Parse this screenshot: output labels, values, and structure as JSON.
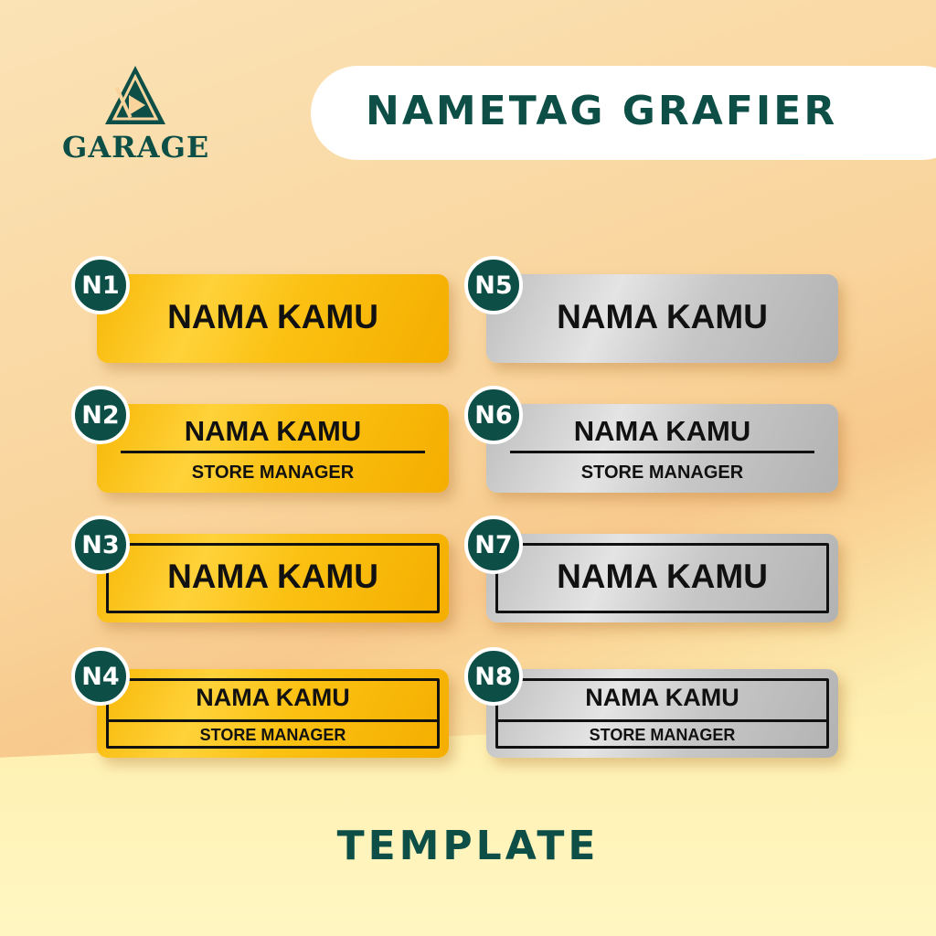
{
  "brand": {
    "name": "GARAGE",
    "color": "#0d4f47"
  },
  "header": {
    "title": "NAMETAG GRAFIER"
  },
  "tags": [
    {
      "id": "N1",
      "name": "NAMA KAMU",
      "finish": "gold"
    },
    {
      "id": "N2",
      "name": "NAMA KAMU",
      "role": "STORE MANAGER",
      "finish": "gold"
    },
    {
      "id": "N3",
      "name": "NAMA KAMU",
      "finish": "gold"
    },
    {
      "id": "N4",
      "name": "NAMA KAMU",
      "role": "STORE MANAGER",
      "finish": "gold"
    },
    {
      "id": "N5",
      "name": "NAMA KAMU",
      "finish": "silver"
    },
    {
      "id": "N6",
      "name": "NAMA KAMU",
      "role": "STORE MANAGER",
      "finish": "silver"
    },
    {
      "id": "N7",
      "name": "NAMA KAMU",
      "finish": "silver"
    },
    {
      "id": "N8",
      "name": "NAMA KAMU",
      "role": "STORE MANAGER",
      "finish": "silver"
    }
  ],
  "footer": {
    "label": "TEMPLATE"
  }
}
